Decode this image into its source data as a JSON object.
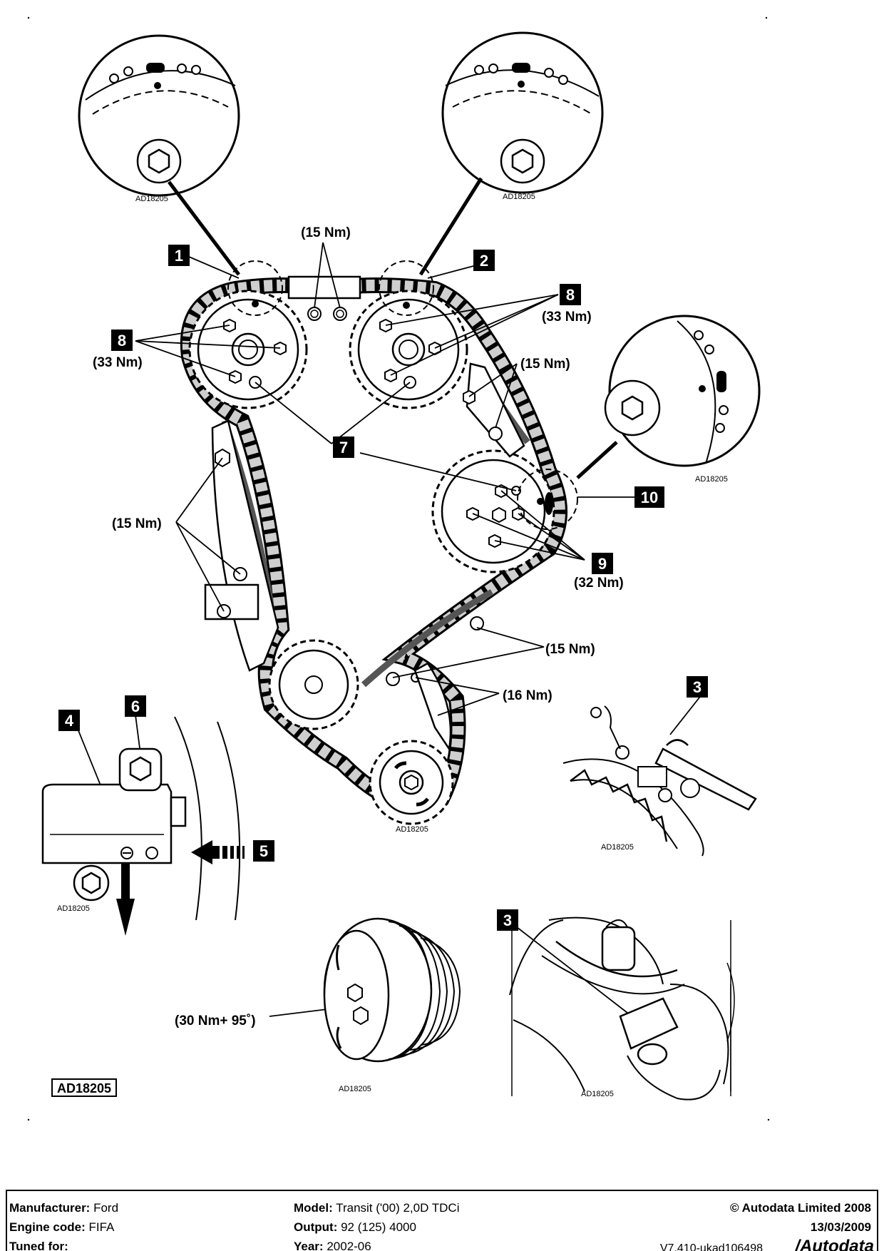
{
  "diagram_code": "AD18205",
  "callouts": [
    "1",
    "2",
    "3",
    "4",
    "5",
    "6",
    "7",
    "8",
    "9",
    "10"
  ],
  "torques": {
    "t15": "(15 Nm)",
    "t33": "(33 Nm)",
    "t32": "(32 Nm)",
    "t16": "(16 Nm)",
    "t30": "(30 Nm+ 95˚)"
  },
  "footer": {
    "manufacturer_label": "Manufacturer:",
    "manufacturer": "Ford",
    "engine_code_label": "Engine code:",
    "engine_code": "FIFA",
    "tuned_for_label": "Tuned for:",
    "model_label": "Model:",
    "model": "Transit ('00) 2,0D TDCi",
    "output_label": "Output:",
    "output": "92 (125) 4000",
    "year_label": "Year:",
    "year": "2002-06",
    "copyright": "© Autodata Limited 2008",
    "date": "13/03/2009",
    "version": "V7.410-ukad106498",
    "brand": "/Autodata"
  }
}
